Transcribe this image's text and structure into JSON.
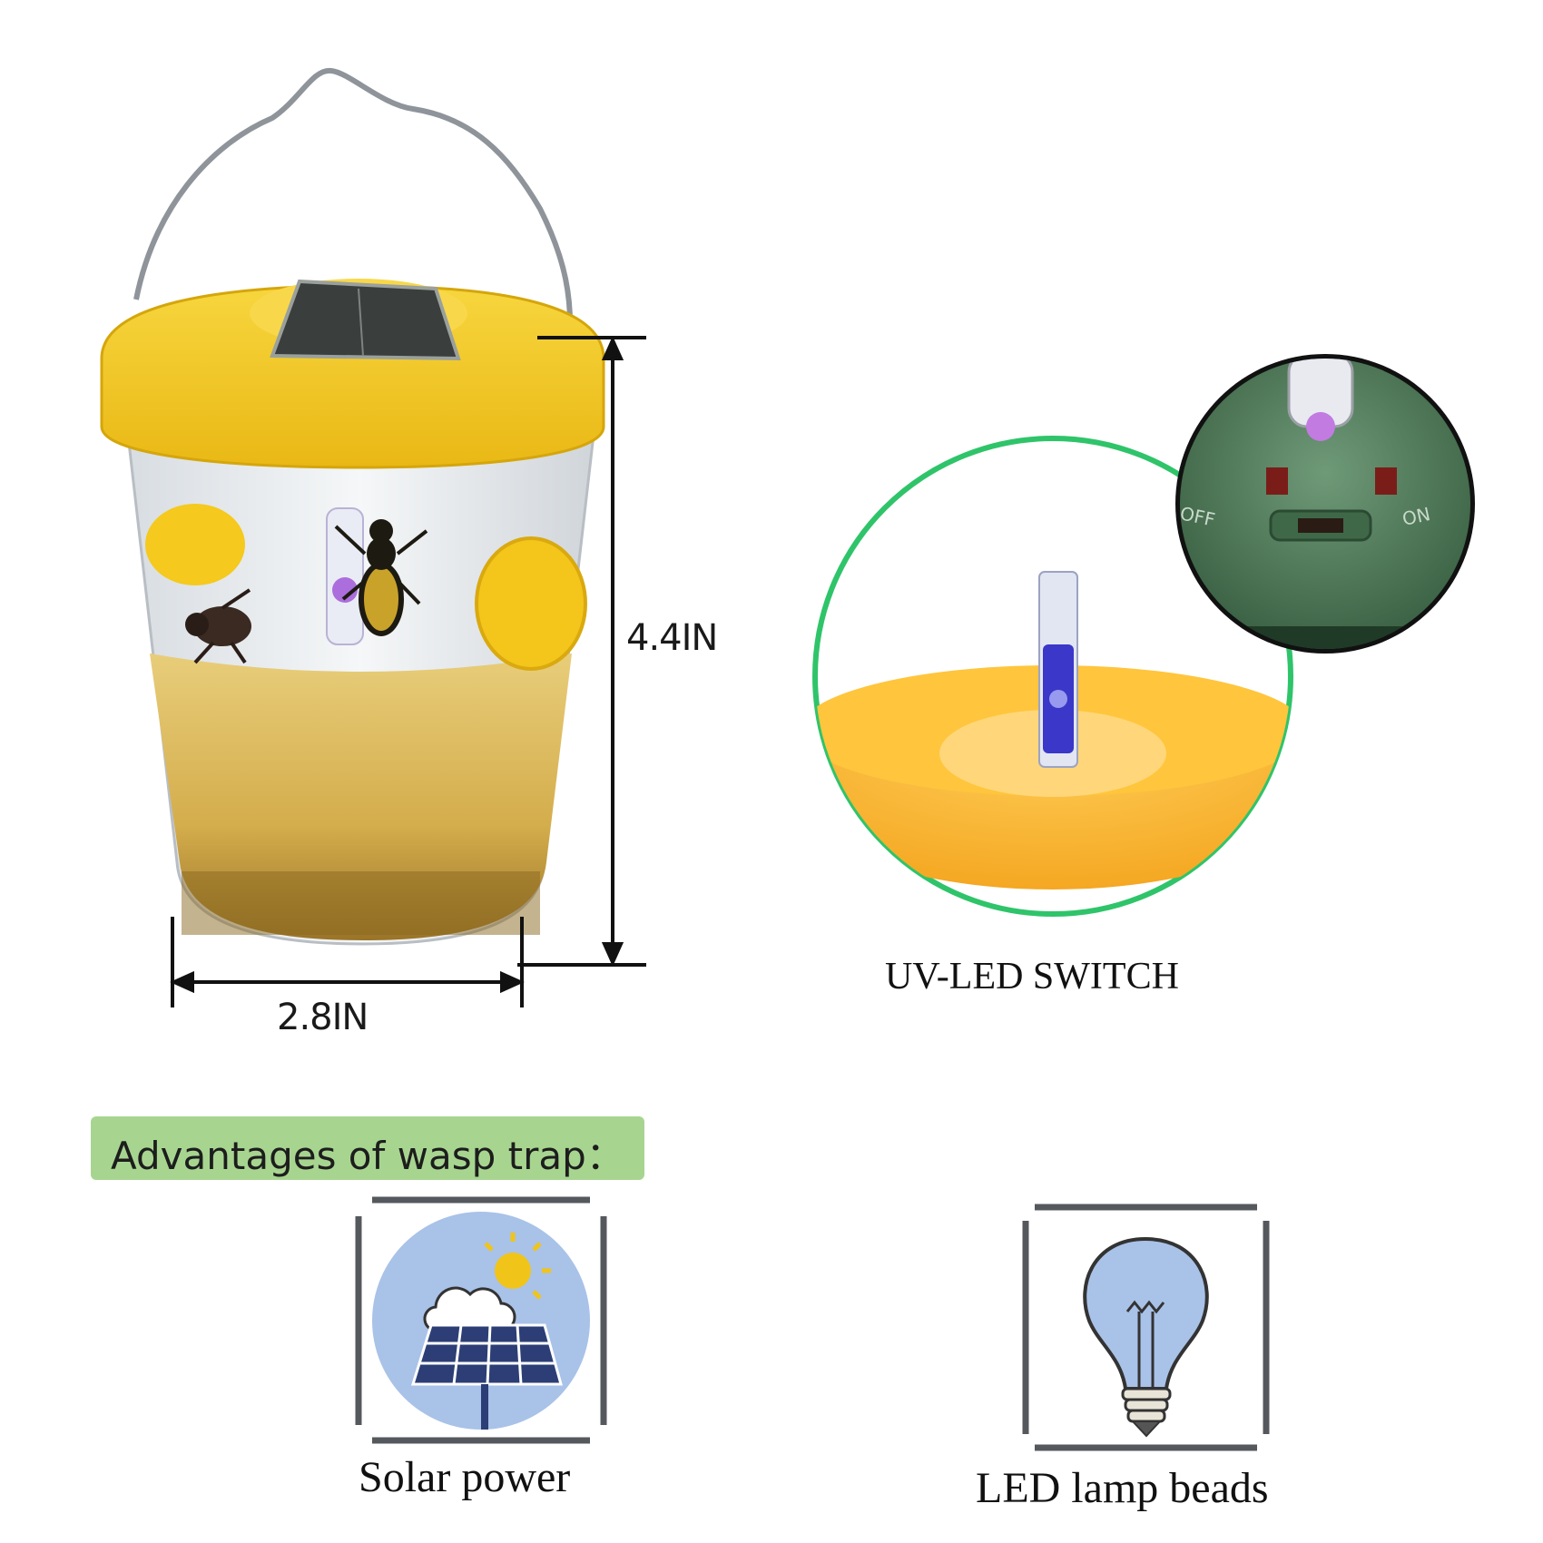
{
  "dimensions": {
    "height": "4.4IN",
    "width": "2.8IN"
  },
  "uv_caption": "UV-LED SWITCH",
  "switch_labels": {
    "off": "OFF",
    "on": "ON"
  },
  "advantages": {
    "title": "Advantages of wasp trap：",
    "items": [
      {
        "label": "Solar power",
        "icon": "solar-panel-icon"
      },
      {
        "label": "LED lamp beads",
        "icon": "light-bulb-icon"
      }
    ]
  },
  "colors": {
    "lid_yellow": "#f3c81f",
    "liquid_amber": "#d9b04a",
    "ring_green": "#2fc46a",
    "banner_green": "#a7d590",
    "icon_blue": "#a9c2e8",
    "switch_green": "#4e7a58"
  }
}
